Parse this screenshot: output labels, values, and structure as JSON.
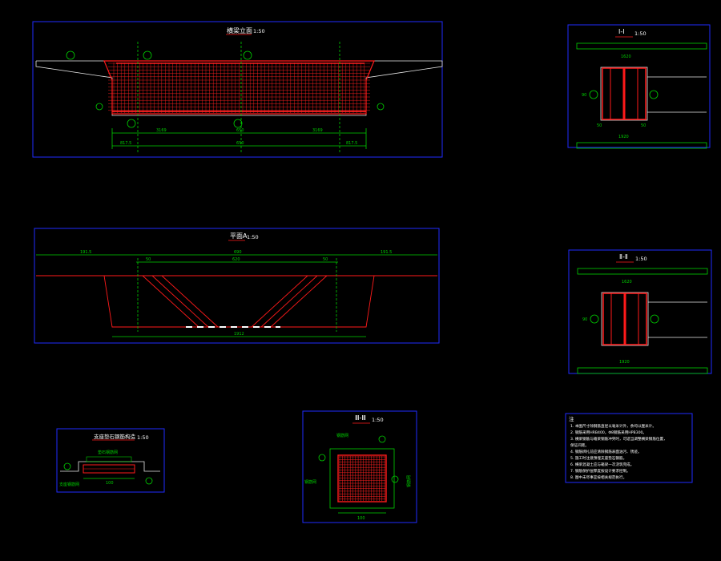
{
  "drawing": {
    "elevation_view": {
      "title": "横梁立面",
      "scale": "1:50",
      "dims": {
        "total": "650",
        "left_end": "817.5",
        "right_end": "817.5",
        "left_mid": "3169",
        "right_mid": "3169",
        "center": "650"
      },
      "markers": [
        "①",
        "②",
        "③",
        "④",
        "⑤"
      ]
    },
    "plan_view": {
      "title": "平面A",
      "scale": "1:50",
      "dims": {
        "top_total": "690",
        "left_end": "191.5",
        "right_end": "191.5",
        "bottom_total": "1912",
        "top_inner": "620",
        "side_a": "50",
        "side_b": "50"
      }
    },
    "section_1": {
      "title": "Ⅰ-Ⅰ",
      "scale": "1:50",
      "dims": {
        "width_top": "1620",
        "width_bottom": "1920",
        "height": "90",
        "b1": "50",
        "b2": "50"
      }
    },
    "section_2": {
      "title": "Ⅱ-Ⅱ",
      "scale": "1:50",
      "dims": {
        "width_top": "1620",
        "width_bottom": "1920",
        "height": "90"
      }
    },
    "detail_view": {
      "title": "支座垫石钢筋构造",
      "scale": "1:50",
      "dims": {
        "width": "100",
        "label_left": "支座钢筋网",
        "label_top": "垫石钢筋网"
      }
    },
    "section_3": {
      "title": "Ⅲ-Ⅲ",
      "scale": "1:50",
      "dims": {
        "bottom": "100",
        "left_label": "钢筋网",
        "top_label": "钢筋网",
        "side_note": "钢筋网"
      }
    },
    "notes": {
      "heading": "注",
      "lines": [
        "1. 本图尺寸除钢筋直径以毫米计外，余均以厘米计。",
        "2. 钢筋采用HRB400，Φ8钢筋采用HPB300。",
        "3. 横梁钢筋与箱梁钢筋冲突时，可适当调整横梁钢筋位置，",
        "   保证间距。",
        "4. 钢筋绑扎前应清除钢筋表面油污、锈迹。",
        "5. 施工时注意预埋支座垫石钢筋。",
        "6. 横梁混凝土应与箱梁一次浇筑完成。",
        "7. 钢筋保护层厚度按设计要求控制。",
        "8. 图中未尽事宜按相关规范执行。"
      ]
    }
  }
}
